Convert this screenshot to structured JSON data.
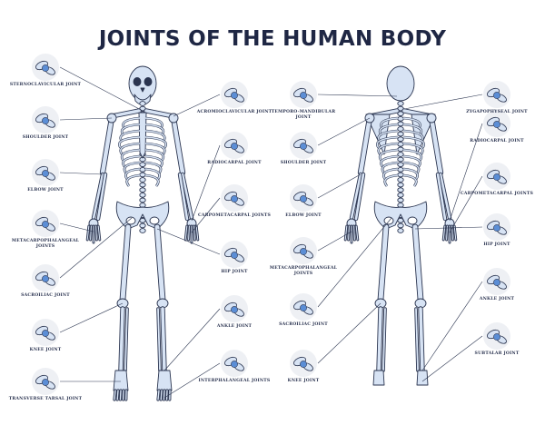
{
  "title": "JOINTS OF THE HUMAN BODY",
  "colors": {
    "bone_fill": "#d7e3f4",
    "bone_stroke": "#2b3550",
    "joint_highlight": "#5b8ed6",
    "circle_bg": "#eef0f4",
    "leader_line": "#2b3550",
    "title": "#1f2744"
  },
  "front_view": {
    "left_labels": [
      {
        "id": "sternoclavicular",
        "text": "STERNOCLAVICULAR JOINT",
        "icon": "sternoclavicular-joint-icon"
      },
      {
        "id": "shoulder",
        "text": "SHOULDER JOINT",
        "icon": "shoulder-joint-icon"
      },
      {
        "id": "elbow",
        "text": "ELBOW JOINT",
        "icon": "elbow-joint-icon"
      },
      {
        "id": "metacarpophalangeal",
        "text": "METACARPOPHALANGEAL JOINTS",
        "icon": "hand-joint-icon"
      },
      {
        "id": "sacroiliac",
        "text": "SACROILIAC JOINT",
        "icon": "sacroiliac-joint-icon"
      },
      {
        "id": "knee",
        "text": "KNEE JOINT",
        "icon": "knee-joint-icon"
      },
      {
        "id": "transverse-tarsal",
        "text": "TRANSVERSE TARSAL JOINT",
        "icon": "tarsal-joint-icon"
      }
    ],
    "right_labels": [
      {
        "id": "acromioclavicular",
        "text": "ACROMIOCLAVICULAR JOINT",
        "icon": "acromioclavicular-joint-icon"
      },
      {
        "id": "radiocarpal",
        "text": "RADIOCARPAL JOINT",
        "icon": "wrist-joint-icon"
      },
      {
        "id": "carpometacarpal",
        "text": "CARPOMETACARPAL JOINTS",
        "icon": "hand-joint-icon"
      },
      {
        "id": "hip",
        "text": "HIP JOINT",
        "icon": "hip-joint-icon"
      },
      {
        "id": "ankle",
        "text": "ANKLE JOINT",
        "icon": "ankle-joint-icon"
      },
      {
        "id": "interphalangeal",
        "text": "INTERPHALANGEAL JOINTS",
        "icon": "foot-joint-icon"
      }
    ]
  },
  "back_view": {
    "left_labels": [
      {
        "id": "temporo-mandibular",
        "text": "TEMPORO-MANDIBULAR JOINT",
        "icon": "jaw-joint-icon"
      },
      {
        "id": "shoulder-back",
        "text": "SHOULDER JOINT",
        "icon": "shoulder-joint-icon"
      },
      {
        "id": "elbow-back",
        "text": "ELBOW JOINT",
        "icon": "elbow-joint-icon"
      },
      {
        "id": "metacarpophalangeal-back",
        "text": "METACARPOPHALANGEAL JOINTS",
        "icon": "hand-joint-icon"
      },
      {
        "id": "sacroiliac-back",
        "text": "SACROILIAC JOINT",
        "icon": "sacroiliac-joint-icon"
      },
      {
        "id": "knee-back",
        "text": "KNEE JOINT",
        "icon": "knee-joint-icon"
      }
    ],
    "right_labels": [
      {
        "id": "zygapophyseal",
        "text": "ZYGAPOPHYSEAL JOINT",
        "icon": "vertebra-joint-icon"
      },
      {
        "id": "radiocarpal-back",
        "text": "RADIOCARPAL JOINT",
        "icon": "wrist-joint-icon"
      },
      {
        "id": "carpometacarpal-back",
        "text": "CARPOMETACARPAL JOINTS",
        "icon": "hand-joint-icon"
      },
      {
        "id": "hip-back",
        "text": "HIP JOINT",
        "icon": "hip-joint-icon"
      },
      {
        "id": "ankle-back",
        "text": "ANKLE JOINT",
        "icon": "ankle-joint-icon"
      },
      {
        "id": "subtalar",
        "text": "SUBTALAR JOINT",
        "icon": "subtalar-joint-icon"
      }
    ]
  }
}
